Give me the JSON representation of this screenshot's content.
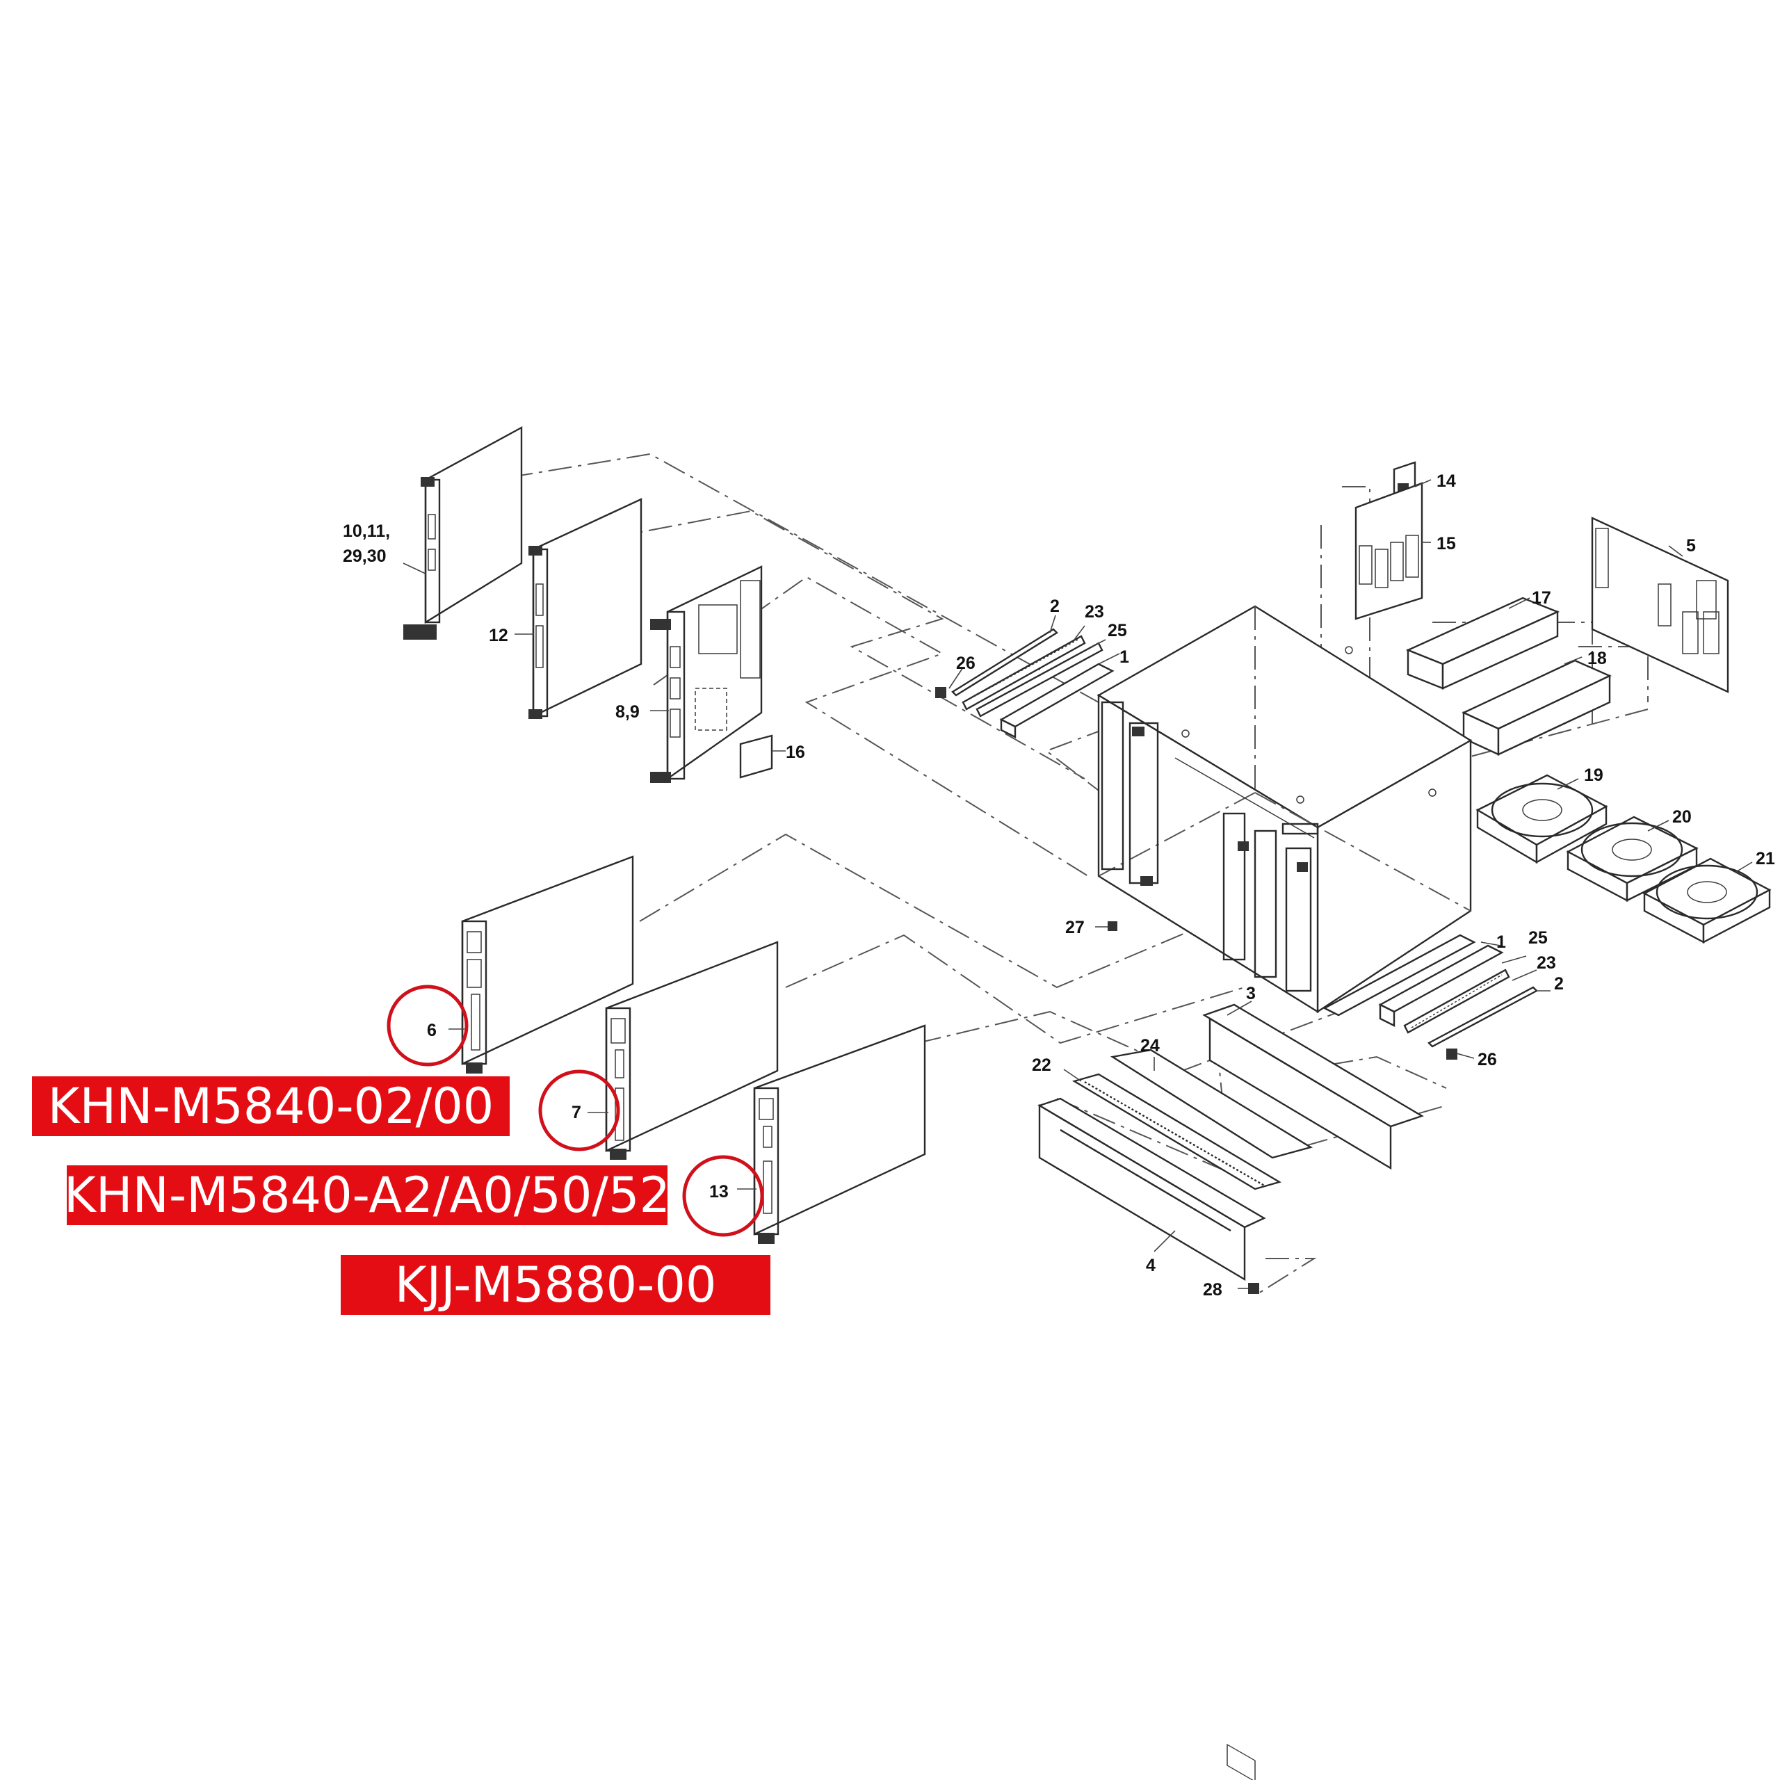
{
  "colors": {
    "highlight": "#e50d14",
    "line": "#2a2a2a",
    "background": "#ffffff"
  },
  "callouts": {
    "c_10_11": "10,11,",
    "c_29_30": "29,30",
    "c_12": "12",
    "c_8_9": "8,9",
    "c_16": "16",
    "c_14": "14",
    "c_15": "15",
    "c_5": "5",
    "c_17": "17",
    "c_18": "18",
    "c_2_top": "2",
    "c_23_top": "23",
    "c_25_top": "25",
    "c_1_top": "1",
    "c_26_top": "26",
    "c_19": "19",
    "c_20": "20",
    "c_21": "21",
    "c_27": "27",
    "c_1_bot": "1",
    "c_25_bot": "25",
    "c_23_bot": "23",
    "c_2_bot": "2",
    "c_26_bot": "26",
    "c_3": "3",
    "c_24": "24",
    "c_22": "22",
    "c_4": "4",
    "c_28": "28",
    "c_6": "6",
    "c_7": "7",
    "c_13": "13"
  },
  "part_labels": {
    "tag_6": "KHN-M5840-02/00",
    "tag_7": "KHN-M5840-A2/A0/50/52",
    "tag_13": "KJJ-M5880-00"
  }
}
